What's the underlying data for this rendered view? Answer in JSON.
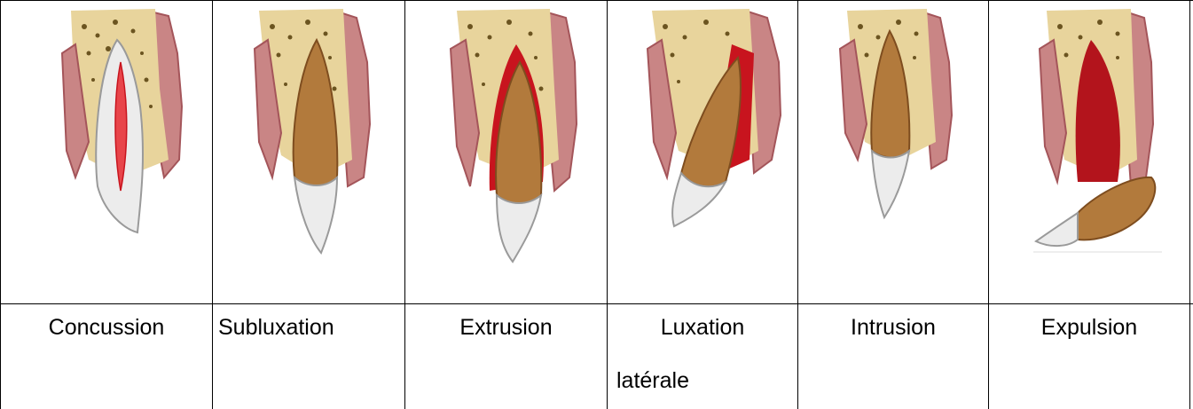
{
  "colors": {
    "bone": "#e8d49c",
    "bone_speck": "#6b5420",
    "gum": "#c98585",
    "gum_dark": "#a4555a",
    "blood": "#c8141e",
    "root": "#b27a3c",
    "root_dark": "#7e4d1f",
    "enamel": "#ececec",
    "enamel_edge": "#9a9a9a"
  },
  "columns": [
    {
      "label": "Concussion",
      "icon": "concussion-tooth-icon"
    },
    {
      "label": "Subluxation",
      "icon": "subluxation-tooth-icon"
    },
    {
      "label": "Extrusion",
      "icon": "extrusion-tooth-icon"
    },
    {
      "label_line1": "Luxation",
      "label_line2": "latérale",
      "icon": "lateral-luxation-tooth-icon"
    },
    {
      "label": "Intrusion",
      "icon": "intrusion-tooth-icon"
    },
    {
      "label": "Expulsion",
      "icon": "expulsion-tooth-icon"
    }
  ]
}
